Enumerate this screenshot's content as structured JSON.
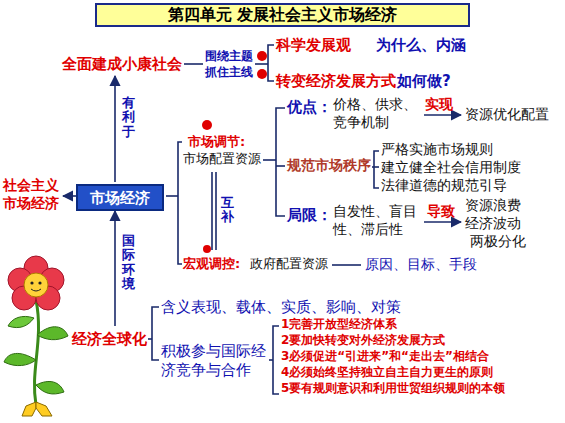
{
  "diagram": {
    "title": "第四单元 发展社会主义市场经济",
    "nodes": [
      {
        "text": [
          "市场经济"
        ]
      }
    ],
    "labels": [
      "全面建成小康社会",
      "围绕主题",
      "抓住主线",
      "科学发展观",
      "为什么、内涵",
      "转变经济发展方式",
      "如何做?",
      "有利于",
      "市场调节:",
      "市场配置资源",
      "优点：",
      "价格、供求、竞争机制",
      "实现",
      "资源优化配置",
      "规范市场秩序",
      "严格实施市场规则",
      "建立健全社会信用制度",
      "法律道德的规范引导",
      "社会主义市场经济",
      "互补",
      "局限：",
      "自发性、盲目性、滞后性",
      "导致",
      "资源浪费",
      "经济波动",
      "两极分化",
      "宏观调控:",
      "政府配置资源",
      "原因、目标、手段",
      "国际环境",
      "经济全球化",
      "含义表现、载体、实质、影响、对策",
      "积极参与国际经济竞争与合作",
      "1完善开放型经济体系",
      "2要加快转变对外经济发展方式",
      "3必须促进“引进来”和“走出去”相结合",
      "4必须始终坚持独立自主自力更生的原则",
      "5要有规则意识和利用世贸组织规则的本领"
    ]
  }
}
